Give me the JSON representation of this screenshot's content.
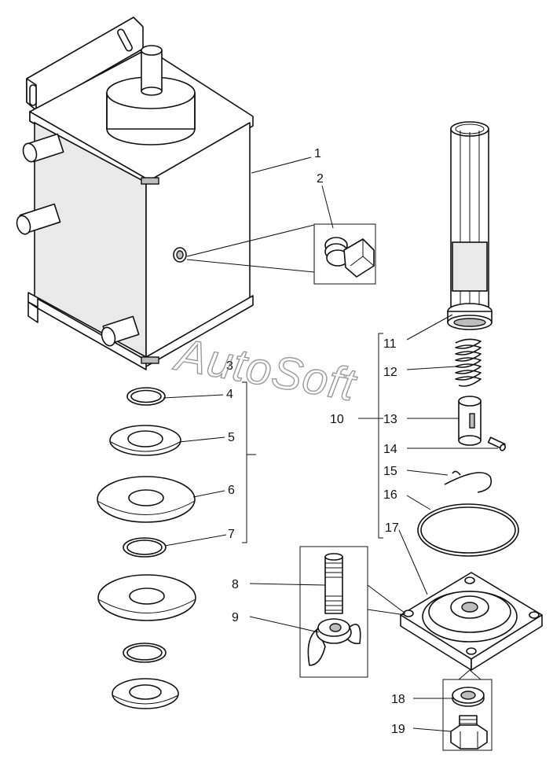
{
  "watermark": "AutoSoft",
  "callouts": [
    {
      "id": "1",
      "text": "1"
    },
    {
      "id": "2",
      "text": "2"
    },
    {
      "id": "3",
      "text": "3"
    },
    {
      "id": "4",
      "text": "4"
    },
    {
      "id": "5",
      "text": "5"
    },
    {
      "id": "6",
      "text": "6"
    },
    {
      "id": "7",
      "text": "7"
    },
    {
      "id": "8",
      "text": "8"
    },
    {
      "id": "9",
      "text": "9"
    },
    {
      "id": "10",
      "text": "10"
    },
    {
      "id": "11",
      "text": "11"
    },
    {
      "id": "12",
      "text": "12"
    },
    {
      "id": "13",
      "text": "13"
    },
    {
      "id": "14",
      "text": "14"
    },
    {
      "id": "15",
      "text": "15"
    },
    {
      "id": "16",
      "text": "16"
    },
    {
      "id": "17",
      "text": "17"
    },
    {
      "id": "18",
      "text": "18"
    },
    {
      "id": "19",
      "text": "19"
    }
  ]
}
